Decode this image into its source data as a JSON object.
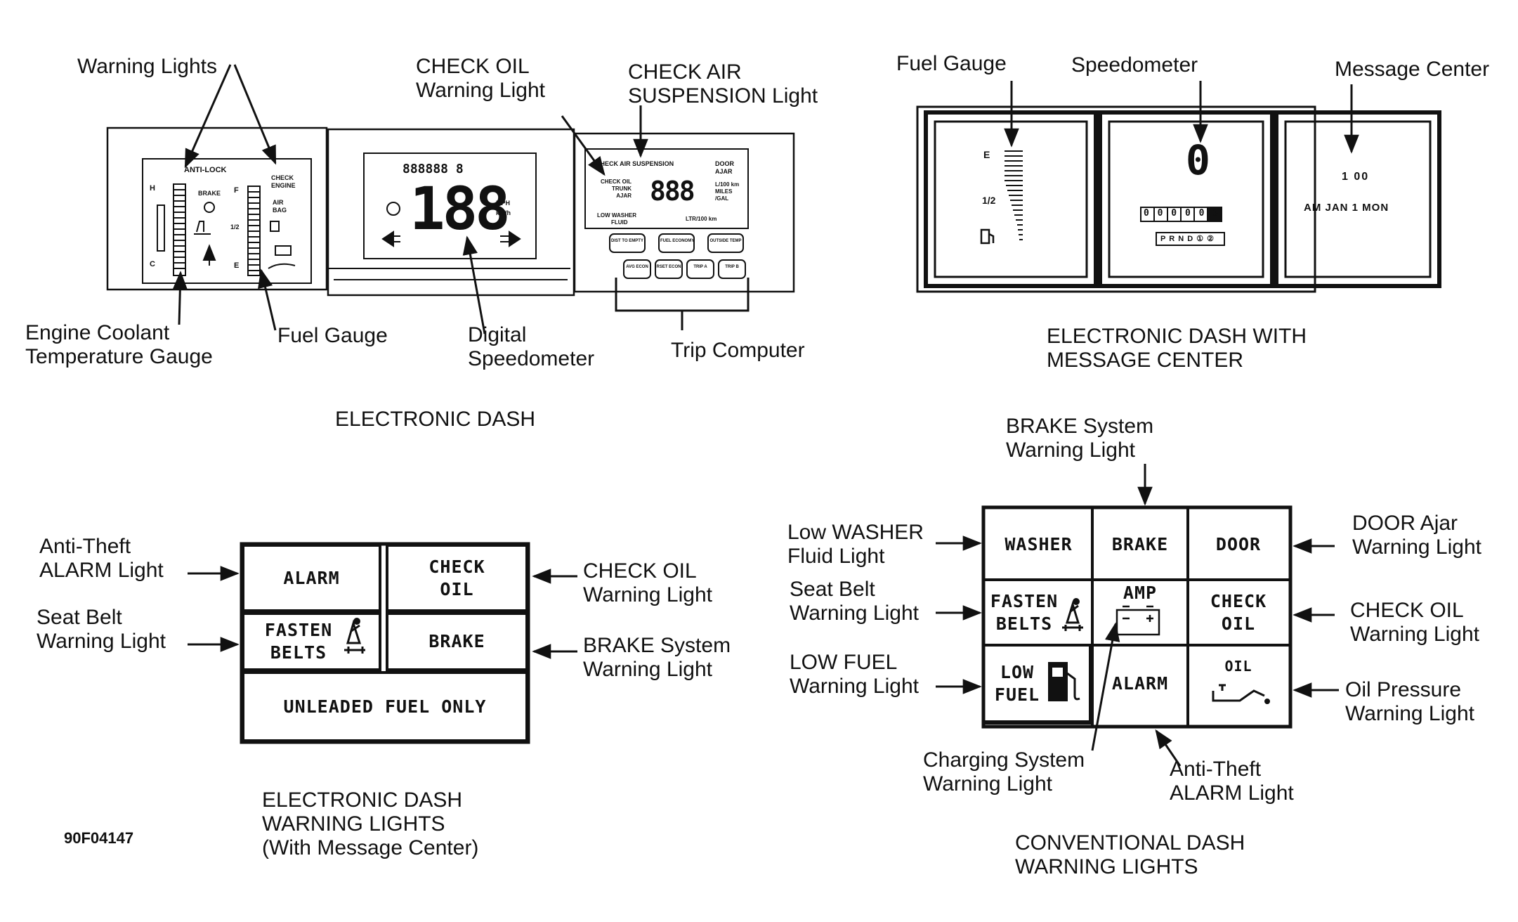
{
  "figure_id": "90F04147",
  "panels": {
    "electronic_dash": {
      "caption": "ELECTRONIC DASH",
      "callouts": {
        "warning_lights": "Warning Lights",
        "check_oil": [
          "CHECK OIL",
          "Warning Light"
        ],
        "check_air_suspension": [
          "CHECK AIR",
          "SUSPENSION Light"
        ],
        "engine_coolant": [
          "Engine Coolant",
          "Temperature Gauge"
        ],
        "fuel_gauge": "Fuel Gauge",
        "digital_speedometer": [
          "Digital",
          "Speedometer"
        ],
        "trip_computer": "Trip Computer"
      },
      "display": {
        "anti_lock": "ANTI-LOCK",
        "check_engine": [
          "CHECK",
          "ENGINE"
        ],
        "brake": "BRAKE",
        "air_bag": [
          "AIR",
          "BAG"
        ],
        "gauge_h": "H",
        "gauge_c": "C",
        "gauge_f": "F",
        "gauge_e": "E",
        "gauge_half": "1/2",
        "odometer": "888888 8",
        "speed": "188",
        "mph": "MPH",
        "kmh": "km/h",
        "check_air_suspension": "CHECK AIR SUSPENSION",
        "door_ajar": [
          "DOOR",
          "AJAR"
        ],
        "check_oil_trunk_ajar": [
          "CHECK OIL",
          "TRUNK",
          "AJAR"
        ],
        "trip_digits": "888",
        "units": [
          "L/100 km",
          "MILES",
          "/GAL"
        ],
        "low_washer_fluid": [
          "LOW WASHER",
          "FLUID"
        ],
        "ltr_km": "LTR/100 km",
        "buttons": [
          "DIST TO EMPTY",
          "FUEL ECONOMY",
          "OUTSIDE TEMP",
          "AVG ECON",
          "RSET ECON",
          "TRIP A",
          "TRIP B"
        ]
      }
    },
    "message_center_dash": {
      "caption": [
        "ELECTRONIC DASH WITH",
        "MESSAGE CENTER"
      ],
      "callouts": {
        "fuel_gauge": "Fuel Gauge",
        "speedometer": "Speedometer",
        "message_center": "Message Center"
      },
      "display": {
        "fuel_e": "E",
        "fuel_half": "1/2",
        "speed": "0",
        "odometer": "0 0 0 0 0 3",
        "gear": "P R N D ① ②",
        "time": "1 00",
        "date": "AM JAN 1 MON"
      }
    },
    "electronic_warning_lights": {
      "caption": [
        "ELECTRONIC DASH",
        "WARNING LIGHTS",
        "(With Message Center)"
      ],
      "cells": {
        "alarm": "ALARM",
        "check_oil": [
          "CHECK",
          "OIL"
        ],
        "fasten_belts": [
          "FASTEN",
          "BELTS"
        ],
        "brake": "BRAKE",
        "unleaded": "UNLEADED FUEL ONLY"
      },
      "callouts": {
        "anti_theft": [
          "Anti-Theft",
          "ALARM Light"
        ],
        "seat_belt": [
          "Seat Belt",
          "Warning Light"
        ],
        "check_oil": [
          "CHECK OIL",
          "Warning Light"
        ],
        "brake": [
          "BRAKE System",
          "Warning Light"
        ]
      }
    },
    "conventional_warning_lights": {
      "caption": [
        "CONVENTIONAL DASH",
        "WARNING LIGHTS"
      ],
      "cells": {
        "washer": "WASHER",
        "brake": "BRAKE",
        "door": "DOOR",
        "fasten_belts": [
          "FASTEN",
          "BELTS"
        ],
        "amp": "AMP",
        "check_oil": [
          "CHECK",
          "OIL"
        ],
        "low_fuel": [
          "LOW",
          "FUEL"
        ],
        "alarm": "ALARM",
        "oil": "OIL"
      },
      "callouts": {
        "brake": [
          "BRAKE System",
          "Warning Light"
        ],
        "low_washer": [
          "Low WASHER",
          "Fluid Light"
        ],
        "door_ajar": [
          "DOOR Ajar",
          "Warning Light"
        ],
        "seat_belt": [
          "Seat Belt",
          "Warning Light"
        ],
        "check_oil": [
          "CHECK OIL",
          "Warning Light"
        ],
        "low_fuel": [
          "LOW FUEL",
          "Warning Light"
        ],
        "oil_pressure": [
          "Oil Pressure",
          "Warning Light"
        ],
        "charging": [
          "Charging System",
          "Warning Light"
        ],
        "anti_theft": [
          "Anti-Theft",
          "ALARM Light"
        ]
      }
    }
  }
}
